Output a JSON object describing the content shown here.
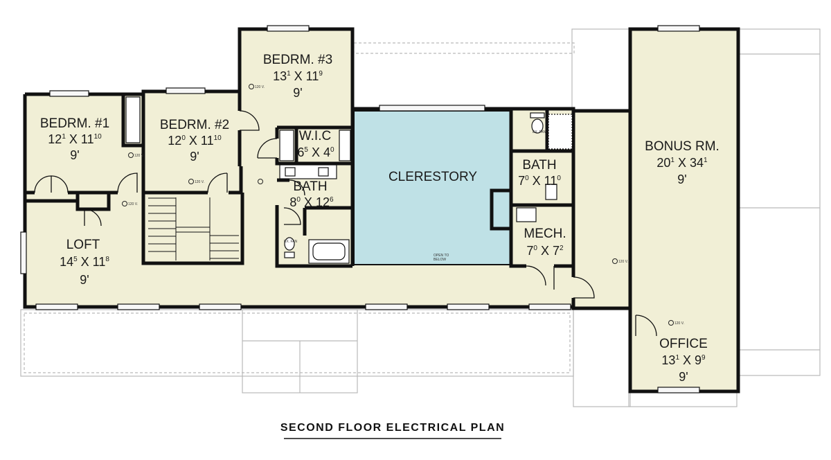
{
  "title": "SECOND FLOOR ELECTRICAL PLAN",
  "colors": {
    "floor": "#f1efd6",
    "clerestory": "#bfe1e6",
    "wall": "#111111",
    "porch_line": "#b9b9b9"
  },
  "rooms": {
    "bedrm1": {
      "name": "BEDRM. #1",
      "dim_a": "12",
      "dim_a_sup": "1",
      "dim_b": "11",
      "dim_b_sup": "10",
      "height": "9'"
    },
    "bedrm2": {
      "name": "BEDRM. #2",
      "dim_a": "12",
      "dim_a_sup": "0",
      "dim_b": "11",
      "dim_b_sup": "10",
      "height": "9'"
    },
    "bedrm3": {
      "name": "BEDRM. #3",
      "dim_a": "13",
      "dim_a_sup": "1",
      "dim_b": "11",
      "dim_b_sup": "9",
      "height": "9'"
    },
    "wic": {
      "name": "W.I.C",
      "dim_a": "6",
      "dim_a_sup": "5",
      "dim_b": "4",
      "dim_b_sup": "0"
    },
    "bath1": {
      "name": "BATH",
      "dim_a": "8",
      "dim_a_sup": "0",
      "dim_b": "12",
      "dim_b_sup": "6"
    },
    "clerestory": {
      "name": "CLERESTORY",
      "note_1": "OPEN TO",
      "note_2": "BELOW"
    },
    "bath2": {
      "name": "BATH",
      "dim_a": "7",
      "dim_a_sup": "0",
      "dim_b": "11",
      "dim_b_sup": "0"
    },
    "mech": {
      "name": "MECH.",
      "dim_a": "7",
      "dim_a_sup": "0",
      "dim_b": "7",
      "dim_b_sup": "2"
    },
    "bonus": {
      "name": "BONUS RM.",
      "dim_a": "20",
      "dim_a_sup": "1",
      "dim_b": "34",
      "dim_b_sup": "1",
      "height": "9'"
    },
    "loft": {
      "name": "LOFT",
      "dim_a": "14",
      "dim_a_sup": "5",
      "dim_b": "11",
      "dim_b_sup": "8",
      "height": "9'"
    },
    "office": {
      "name": "OFFICE",
      "dim_a": "13",
      "dim_a_sup": "1",
      "dim_b": "9",
      "dim_b_sup": "9",
      "height": "9'"
    }
  },
  "symbols": {
    "fixture_label": "120 V.",
    "fan_label": "EX. FAN"
  }
}
